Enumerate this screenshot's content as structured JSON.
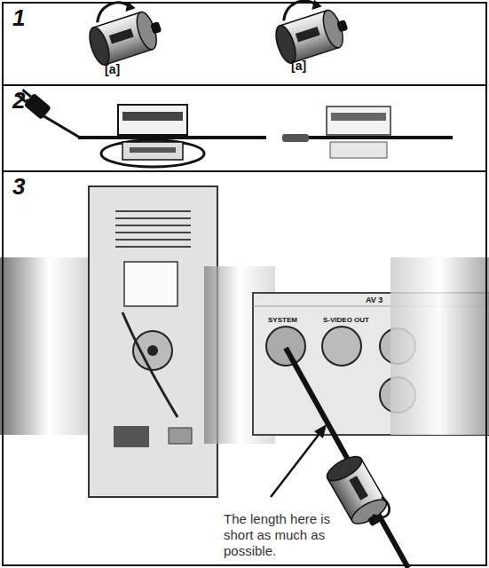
{
  "diagram": {
    "nodes": [
      {
        "text": [
          "1"
        ]
      },
      {
        "text": [
          "2"
        ]
      },
      {
        "text": [
          "3"
        ]
      }
    ],
    "labels": [
      "[a]",
      "[a]",
      "AV 3",
      "SYSTEM",
      "S-VIDEO OUT",
      "The length here is short as much as possible."
    ]
  }
}
